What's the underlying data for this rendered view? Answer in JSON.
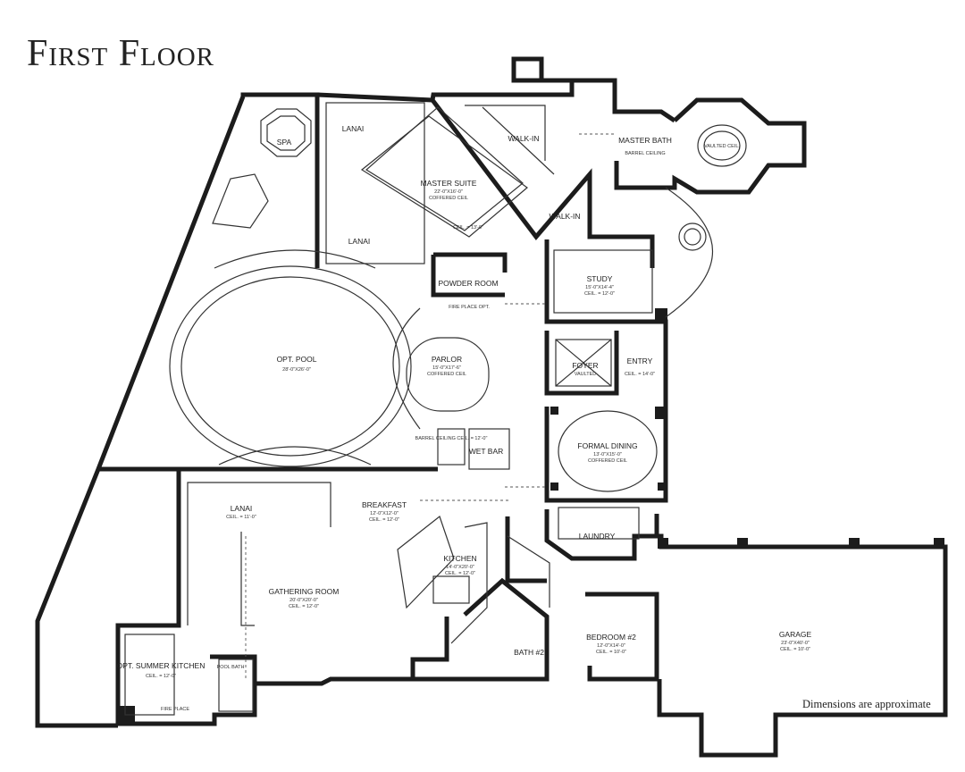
{
  "title": "First Floor",
  "note": "Dimensions are approximate",
  "rooms": {
    "spa": {
      "label": "SPA"
    },
    "lanai_top": {
      "label": "LANAI"
    },
    "lanai_mid": {
      "label": "LANAI"
    },
    "master_suite": {
      "label": "MASTER SUITE",
      "dims": "22'-0\"X16'-0\"",
      "ceil": "COFFERED CEIL",
      "ceil2": "CEIL. = 13'-0\""
    },
    "walkin_1": {
      "label": "WALK-IN"
    },
    "walkin_2": {
      "label": "WALK-IN"
    },
    "master_bath": {
      "label": "MASTER BATH",
      "ceil": "BARREL CEILING"
    },
    "vaulted": {
      "label": "VAULTED CEIL."
    },
    "powder_room": {
      "label": "POWDER ROOM"
    },
    "fireplace_top": {
      "label": "FIRE PLACE OPT."
    },
    "study": {
      "label": "STUDY",
      "dims": "15'-0\"X14'-4\"",
      "ceil": "CEIL. = 12'-0\""
    },
    "pool": {
      "label": "OPT. POOL",
      "dims": "28'-0\"X26'-0\""
    },
    "parlor": {
      "label": "PARLOR",
      "dims": "15'-0\"X17'-6\"",
      "ceil": "COFFERED CEIL"
    },
    "foyer": {
      "label": "FOYER",
      "ceil": "VAULTED"
    },
    "entry": {
      "label": "ENTRY",
      "ceil": "CEIL. = 14'-0\""
    },
    "barrel": {
      "label": "BARREL CEILING CEIL. = 12'-0\""
    },
    "wet_bar": {
      "label": "WET BAR"
    },
    "formal_dining": {
      "label": "FORMAL DINING",
      "dims": "13'-0\"X15'-0\"",
      "ceil": "COFFERED CEIL"
    },
    "lanai_bottom": {
      "label": "LANAI",
      "ceil": "CEIL. = 11'-0\""
    },
    "breakfast": {
      "label": "BREAKFAST",
      "dims": "12'-0\"X12'-0\"",
      "ceil": "CEIL. = 12'-0\""
    },
    "kitchen": {
      "label": "KITCHEN",
      "dims": "14'-0\"X20'-0\"",
      "ceil": "CEIL. = 12'-0\""
    },
    "laundry": {
      "label": "LAUNDRY"
    },
    "gathering": {
      "label": "GATHERING ROOM",
      "dims": "20'-0\"X20'-0\"",
      "ceil": "CEIL. = 12'-0\""
    },
    "bedroom2": {
      "label": "BEDROOM #2",
      "dims": "12'-0\"X14'-0\"",
      "ceil": "CEIL. = 10'-0\""
    },
    "bath2": {
      "label": "BATH #2"
    },
    "garage": {
      "label": "GARAGE",
      "dims": "23'-0\"X40'-0\"",
      "ceil": "CEIL. = 10'-0\""
    },
    "summer_kitchen": {
      "label": "OPT. SUMMER KITCHEN",
      "ceil": "CEIL. = 12'-0\""
    },
    "pool_bath": {
      "label": "POOL BATH"
    },
    "fireplace_bottom": {
      "label": "FIRE PLACE"
    }
  }
}
